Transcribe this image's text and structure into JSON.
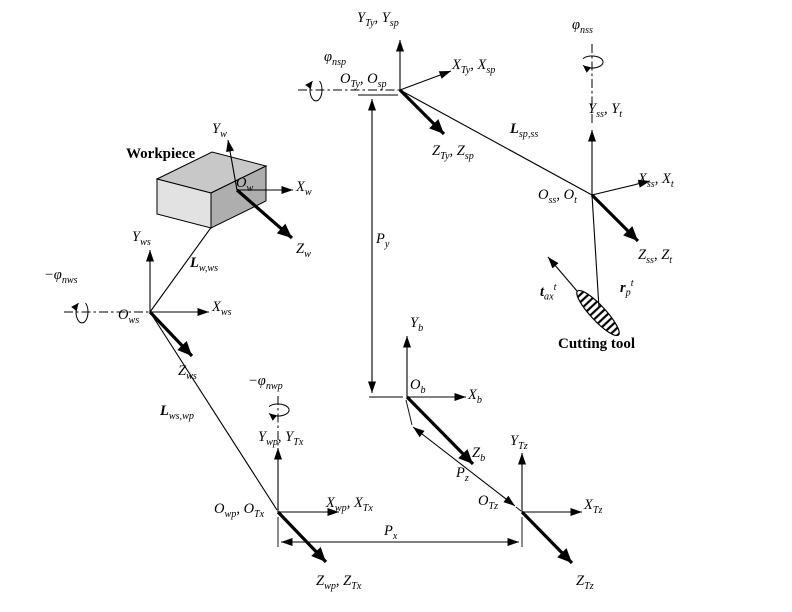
{
  "colors": {
    "ink": "#000000",
    "background": "#ffffff",
    "workpiece_top": "#c8c8c8",
    "workpiece_front": "#e2e2e2",
    "workpiece_side": "#aeaeae"
  },
  "labels": {
    "axis_y_sp": "Y~Ty~, Y~sp~",
    "axis_x_sp": "X~Ty~, X~sp~",
    "axis_z_sp": "Z~Ty~, Z~sp~",
    "origin_sp": "O~Ty~, O~sp~",
    "phi_nsp": "φ~nsp~",
    "l_sp_ss": "**L**~sp,ss~",
    "phi_nss": "φ~nss~",
    "axis_y_ss": "Y~ss~, Y~t~",
    "axis_x_ss": "X~ss~, X~t~",
    "axis_z_ss": "Z~ss~, Z~t~",
    "origin_ss": "O~ss~, O~t~",
    "t_ax": "**t**~ax~^t^",
    "r_p": "**r**~p~^t^",
    "cutting_tool": "Cutting tool",
    "workpiece": "Workpiece",
    "origin_w": "O~w~",
    "axis_x_w": "X~w~",
    "axis_y_w": "Y~w~",
    "axis_z_w": "Z~w~",
    "l_w_ws": "**L**~w,ws~",
    "axis_y_ws": "Y~ws~",
    "axis_x_ws": "X~ws~",
    "axis_z_ws": "Z~ws~",
    "origin_ws": "O~ws~",
    "neg_phi_nws": "−φ~nws~",
    "l_ws_wp": "**L**~ws,wp~",
    "neg_phi_nwp": "−φ~nwp~",
    "axis_y_wp": "Y~wp~, Y~Tx~",
    "axis_x_wp": "X~wp~, X~Tx~",
    "origin_wp": "O~wp~, O~Tx~",
    "axis_z_wp": "Z~wp~, Z~Tx~",
    "axis_y_b": "Y~b~",
    "axis_x_b": "X~b~",
    "origin_b": "O~b~",
    "axis_z_b": "Z~b~",
    "p_y": "P~y~",
    "p_x": "P~x~",
    "p_z": "P~z~",
    "axis_y_tz": "Y~Tz~",
    "axis_x_tz": "X~Tz~",
    "origin_tz": "O~Tz~",
    "axis_z_tz": "Z~Tz~"
  }
}
